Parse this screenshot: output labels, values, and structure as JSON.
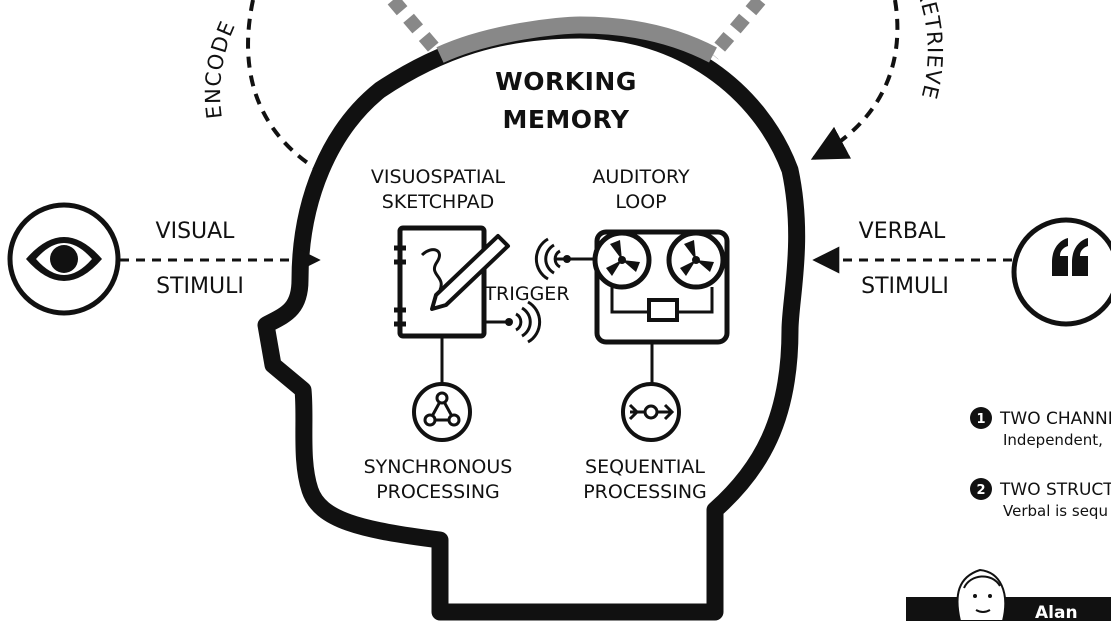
{
  "title": [
    "WORKING",
    "MEMORY"
  ],
  "arcs": {
    "encode": "ENCODE",
    "retrieve": "RETRIEVE"
  },
  "visual": {
    "line1": "VISUAL",
    "line2": "STIMULI",
    "icon": "eye-icon"
  },
  "verbal": {
    "line1": "VERBAL",
    "line2": "STIMULI",
    "icon": "quote-icon"
  },
  "sketchpad": {
    "line1": "VISUOSPATIAL",
    "line2": "SKETCHPAD",
    "icon": "sketchbook-pencil-icon"
  },
  "auditory": {
    "line1": "AUDITORY",
    "line2": "LOOP",
    "icon": "reel-to-reel-icon"
  },
  "trigger": "TRIGGER",
  "synchronous": {
    "line1": "SYNCHRONOUS",
    "line2": "PROCESSING",
    "icon": "network-triangle-icon"
  },
  "sequential": {
    "line1": "SEQUENTIAL",
    "line2": "PROCESSING",
    "icon": "sequence-arrow-icon"
  },
  "notes": [
    {
      "num": "1",
      "title": "TWO CHANNE",
      "sub": "Independent,"
    },
    {
      "num": "2",
      "title": "TWO STRUCTU",
      "sub": "Verbal is sequ"
    }
  ],
  "author": {
    "name": "Alan"
  },
  "colors": {
    "ink": "#111111",
    "gray": "#888888",
    "paper": "#ffffff"
  }
}
